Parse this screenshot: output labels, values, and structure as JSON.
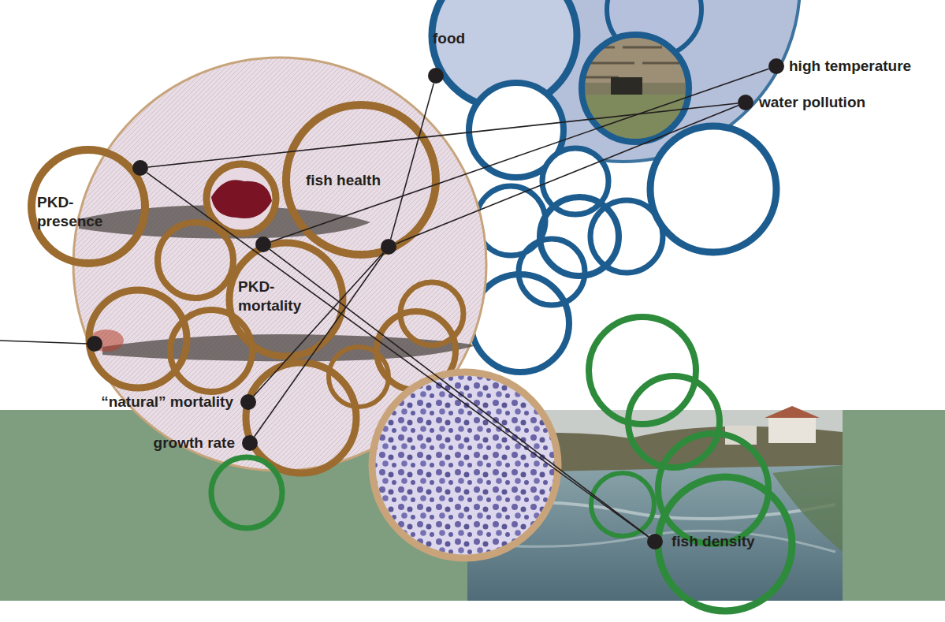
{
  "diagram": {
    "nodes": [
      {
        "text": [
          "food"
        ]
      },
      {
        "text": [
          "high temperature"
        ]
      },
      {
        "text": [
          "water pollution"
        ]
      },
      {
        "text": [
          "fish health"
        ]
      },
      {
        "text": [
          "PKD- presence"
        ]
      },
      {
        "text": [
          "PKD- mortality"
        ]
      },
      {
        "text": [
          "“natural” mortality"
        ]
      },
      {
        "text": [
          "growth rate"
        ]
      },
      {
        "text": [
          "fish density"
        ]
      }
    ],
    "edges": [
      {
        "from": 0,
        "to": 3,
        "arrow": "none"
      },
      {
        "from": 1,
        "to": 5,
        "arrow": "none"
      },
      {
        "from": 2,
        "to": 4,
        "arrow": "none"
      },
      {
        "from": 2,
        "to": 3,
        "arrow": "none"
      },
      {
        "from": 3,
        "to": 6,
        "arrow": "none"
      },
      {
        "from": 3,
        "to": 7,
        "arrow": "none"
      },
      {
        "from": 4,
        "to": 8,
        "arrow": "none"
      },
      {
        "from": 5,
        "to": 8,
        "arrow": "none"
      }
    ]
  }
}
